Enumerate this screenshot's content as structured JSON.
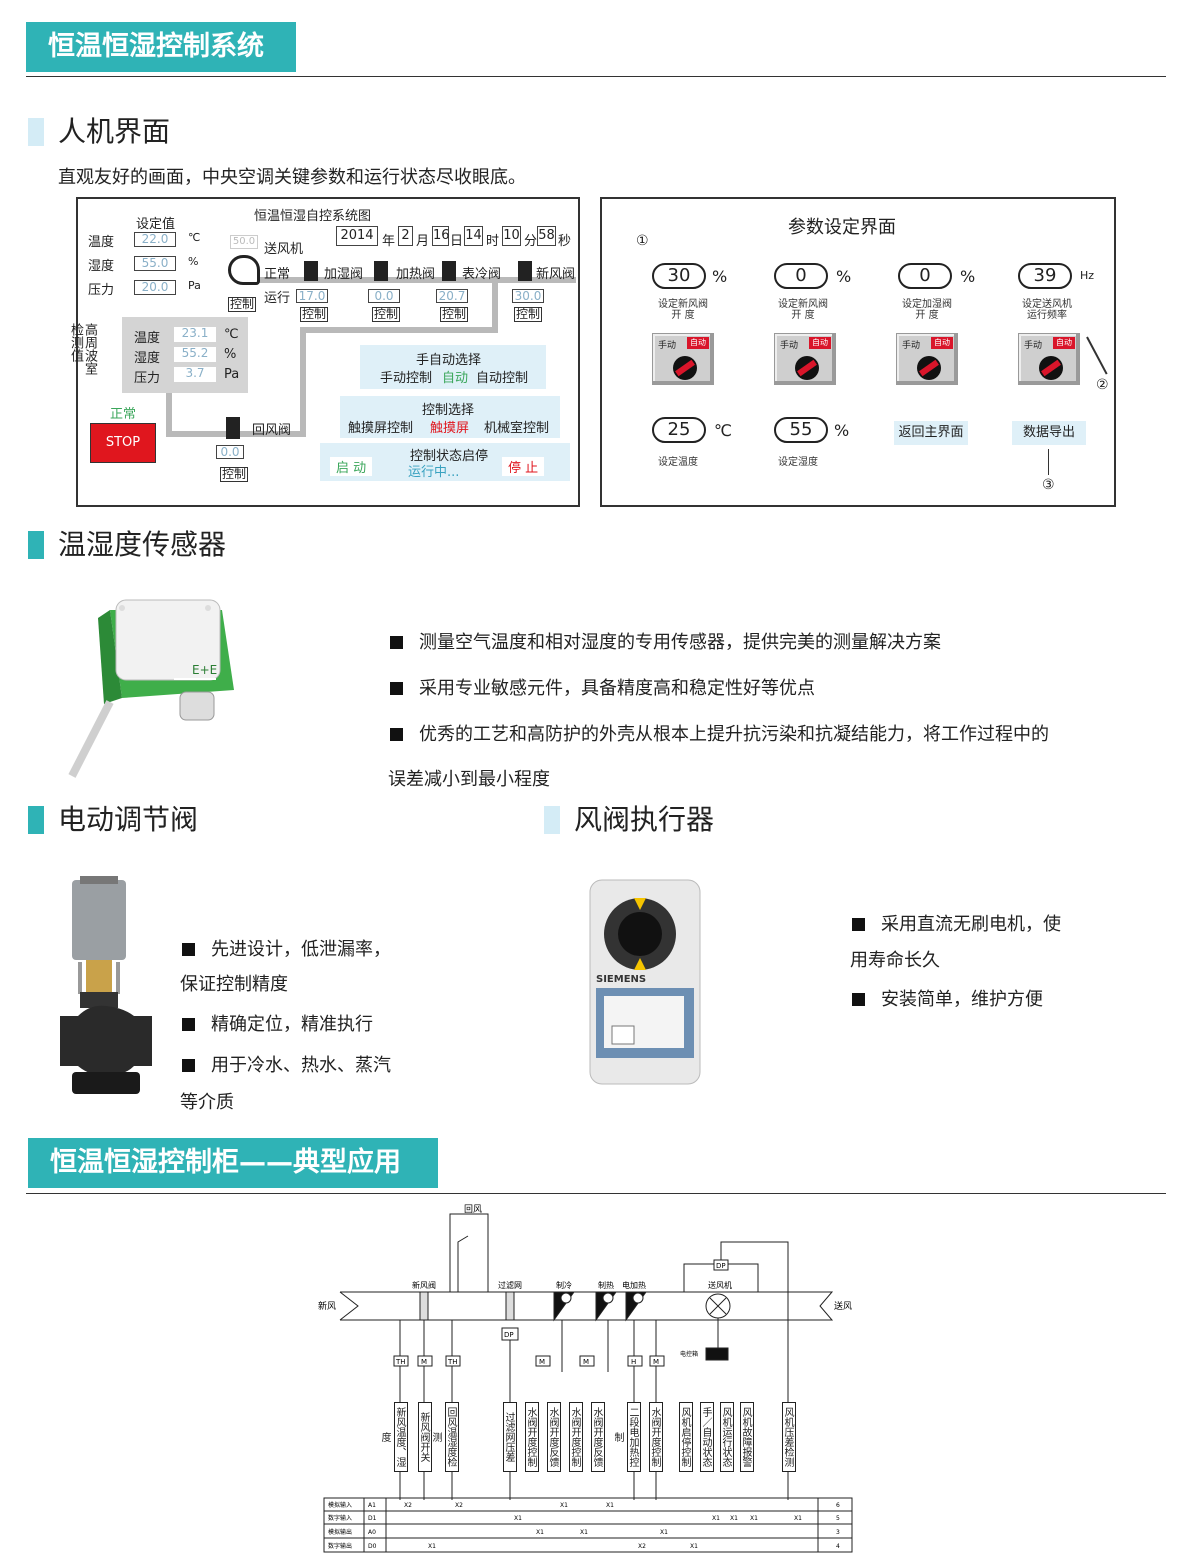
{
  "title1": "恒温恒湿控制系统",
  "hmi": {
    "heading": "人机界面",
    "desc": "直观友好的画面，中央空调关键参数和运行状态尽收眼底。",
    "left": {
      "diagram_title": "恒温恒湿自控系统图",
      "setpoint_label": "设定值",
      "rows": [
        {
          "label": "温度",
          "value": "22.0",
          "unit": "℃"
        },
        {
          "label": "湿度",
          "value": "55.0",
          "unit": "%"
        },
        {
          "label": "压力",
          "value": "20.0",
          "unit": "Pa"
        }
      ],
      "datetime": {
        "year": "2014",
        "year_u": "年",
        "month": "2",
        "month_u": "月",
        "day": "16",
        "day_u": "日",
        "hour": "14",
        "hour_u": "时",
        "min": "10",
        "min_u": "分",
        "sec": "58",
        "sec_u": "秒"
      },
      "fan_value": "50.0",
      "fan_label": "送风机",
      "fan_status1": "正常",
      "fan_status2": "运行",
      "control": "控制",
      "valves": [
        {
          "name": "加湿阀",
          "value": "17.0"
        },
        {
          "name": "加热阀",
          "value": "0.0"
        },
        {
          "name": "表冷阀",
          "value": "20.7"
        },
        {
          "name": "新风阀",
          "value": "30.0"
        }
      ],
      "detect_title": "高周波室检测值",
      "detect": [
        {
          "label": "温度",
          "value": "23.1",
          "unit": "℃"
        },
        {
          "label": "湿度",
          "value": "55.2",
          "unit": "%"
        },
        {
          "label": "压力",
          "value": "3.7",
          "unit": "Pa"
        }
      ],
      "normal": "正常",
      "stop": "STOP",
      "return_valve": "回风阀",
      "return_value": "0.0",
      "mode_title": "手自动选择",
      "mode_manual": "手动控制",
      "mode_current": "自动",
      "mode_auto": "自动控制",
      "ctrl_title": "控制选择",
      "ctrl_touch": "触摸屏控制",
      "ctrl_current": "触摸屏",
      "ctrl_machine": "机械室控制",
      "state_title": "控制状态启停",
      "start": "启  动",
      "running": "运行中...",
      "stop_cn": "停  止"
    },
    "right": {
      "title": "参数设定界面",
      "mark1": "①",
      "mark2": "②",
      "mark3": "③",
      "params": [
        {
          "value": "30",
          "unit": "%",
          "cap1": "设定新风阀",
          "cap2": "开  度"
        },
        {
          "value": "0",
          "unit": "%",
          "cap1": "设定新风阀",
          "cap2": "开  度"
        },
        {
          "value": "0",
          "unit": "%",
          "cap1": "设定加湿阀",
          "cap2": "开  度"
        },
        {
          "value": "39",
          "unit": "Hz",
          "cap1": "设定送风机",
          "cap2": "运行频率"
        }
      ],
      "knob_manual": "手动",
      "knob_auto": "自动",
      "temp_value": "25",
      "temp_unit": "℃",
      "temp_cap": "设定温度",
      "hum_value": "55",
      "hum_unit": "%",
      "hum_cap": "设定湿度",
      "back": "返回主界面",
      "export": "数据导出"
    }
  },
  "sensor": {
    "heading": "温湿度传感器",
    "brand": "E+E",
    "b1": "测量空气温度和相对湿度的专用传感器，提供完美的测量解决方案",
    "b2": "采用专业敏感元件，具备精度高和稳定性好等优点",
    "b3": "优秀的工艺和高防护的外壳从根本上提升抗污染和抗凝结能力，将工作过程中的",
    "b3b": "误差减小到最小程度"
  },
  "valve": {
    "heading": "电动调节阀",
    "b1": "先进设计，低泄漏率，",
    "b1b": "保证控制精度",
    "b2": "精确定位，精准执行",
    "b3": "用于冷水、热水、蒸汽",
    "b3b": "等介质"
  },
  "actuator": {
    "heading": "风阀执行器",
    "brand": "SIEMENS",
    "b1": "采用直流无刷电机，使",
    "b1b": "用寿命长久",
    "b2": "安装简单，维护方便"
  },
  "title2": "恒温恒湿控制柜——典型应用",
  "schematic": {
    "return_air": "回风",
    "fresh_damper": "新风阀",
    "filter": "过滤网",
    "cool": "制冷",
    "heat": "制热",
    "eheat": "电加热",
    "fan": "送风机",
    "fresh_air": "新风",
    "supply_air": "送风",
    "dp": "DP",
    "inverter": "电控箱",
    "th": "TH",
    "m": "M",
    "h": "H",
    "signals": [
      "新风温度、湿度",
      "新风阀开关",
      "回风温湿度检测",
      "过滤网压差",
      "水阀开度控制",
      "水阀开度反馈",
      "水阀开度控制",
      "水阀开度反馈",
      "二段电加热控制",
      "水阀开度控制",
      "风机启停控制",
      "手／自动状态",
      "风机运行状态",
      "风机故障报警",
      "风机压差检测"
    ],
    "io_rows": [
      {
        "name": "模拟输入",
        "code": "A1",
        "num": "6"
      },
      {
        "name": "数字输入",
        "code": "D1",
        "num": "5"
      },
      {
        "name": "模拟输出",
        "code": "A0",
        "num": "3"
      },
      {
        "name": "数字输出",
        "code": "D0",
        "num": "4"
      }
    ],
    "x1": "X1",
    "x2": "X2"
  }
}
